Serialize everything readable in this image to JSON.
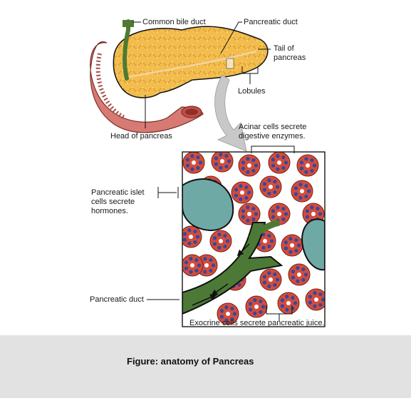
{
  "labels": {
    "common_bile_duct": "Common bile duct",
    "pancreatic_duct_top": "Pancreatic duct",
    "tail_of_pancreas": "Tail of pancreas",
    "lobules": "Lobules",
    "head_of_pancreas": "Head of pancreas",
    "acinar_cells": "Acinar cells secrete digestive enzymes.",
    "islet_cells": "Pancreatic islet cells secrete hormones.",
    "pancreatic_duct_bottom": "Pancreatic duct",
    "exocrine_cells": "Exocrine cells secrete pancreatic juice."
  },
  "caption": "Figure: anatomy of Pancreas",
  "colors": {
    "pancreas": "#f0b94a",
    "duodenum": "#d77a74",
    "bile_duct": "#4f7a33",
    "acinar": "#d04d3c",
    "acinar_nucleus": "#3446a3",
    "islet": "#6fa9a6",
    "duct_fill": "#4c7a36",
    "arrow": "#c8c8c8",
    "caption_bg": "#e2e2e2"
  }
}
